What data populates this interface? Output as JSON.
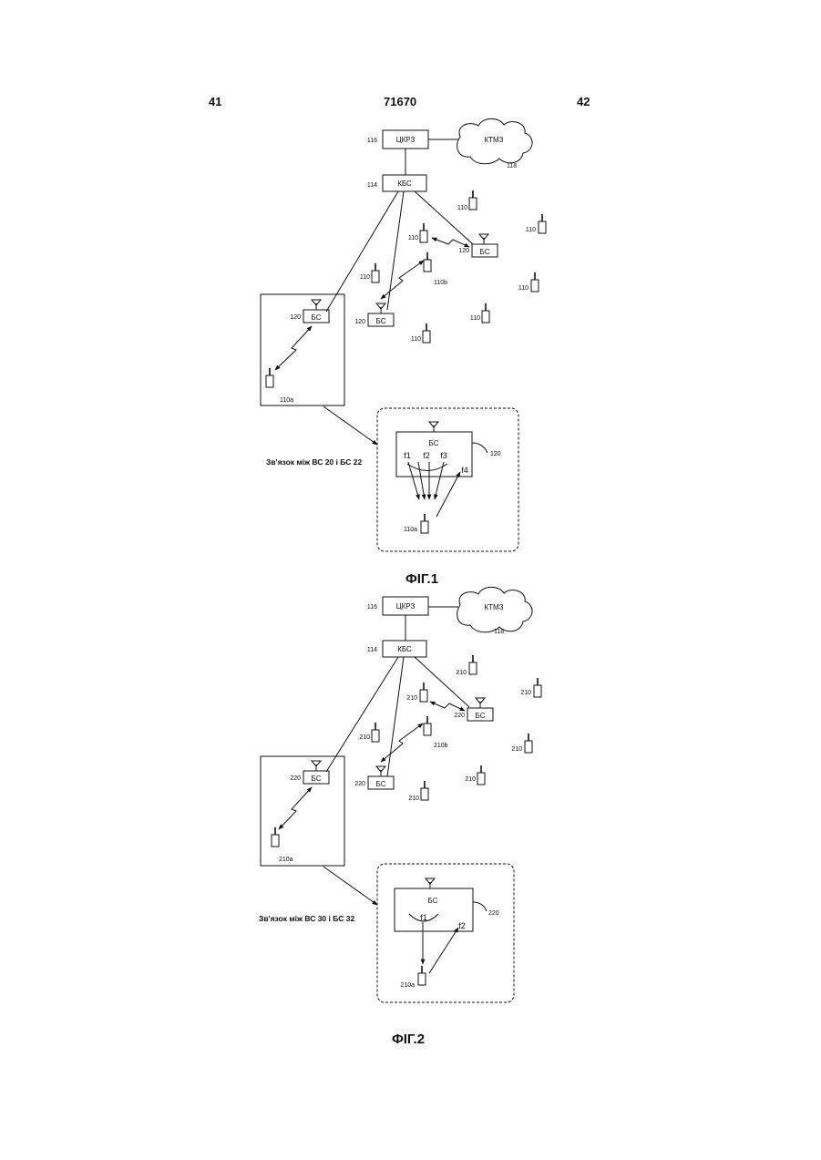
{
  "header": {
    "left_page": "41",
    "center_number": "71670",
    "right_page": "42"
  },
  "figures": [
    {
      "caption": "ФІГ.1",
      "msc_label": "ЦКРЗ",
      "msc_ref": "116",
      "pstn_label": "КТМЗ",
      "pstn_ref": "118",
      "bsc_label": "КБС",
      "bsc_ref": "114",
      "bs_label": "БС",
      "bs_ref": "120",
      "ms_ref": "110",
      "ms_a_ref": "110a",
      "ms_b_ref": "110b",
      "link_caption": "Зв'язок між ВС 20 і БС 22",
      "detail_bs_label": "БС",
      "detail_bs_ref": "120",
      "detail_ms_ref": "110a",
      "frequencies": [
        "f1",
        "f2",
        "f3",
        "f4"
      ]
    },
    {
      "caption": "ФІГ.2",
      "msc_label": "ЦКРЗ",
      "msc_ref": "116",
      "pstn_label": "КТМЗ",
      "pstn_ref": "118",
      "bsc_label": "КБС",
      "bsc_ref": "114",
      "bs_label": "БС",
      "bs_ref": "220",
      "ms_ref": "210",
      "ms_a_ref": "210a",
      "ms_b_ref": "210b",
      "link_caption": "Зв'язок між ВС 30 і БС 32",
      "detail_bs_label": "БС",
      "detail_bs_ref": "220",
      "detail_ms_ref": "210a",
      "frequencies": [
        "f1",
        "f2"
      ]
    }
  ]
}
